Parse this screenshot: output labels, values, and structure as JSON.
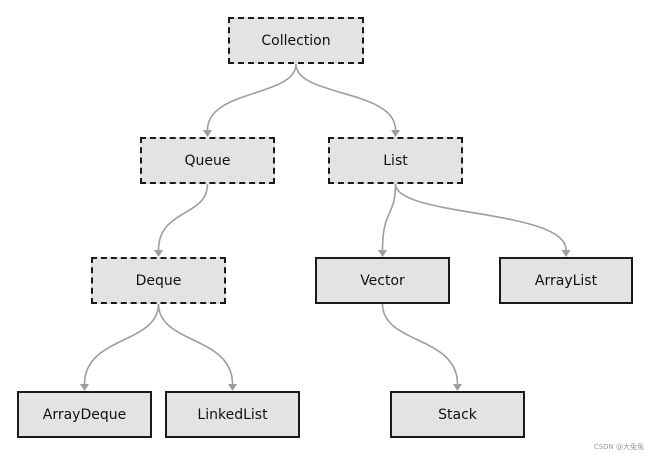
{
  "diagram": {
    "nodes": {
      "collection": {
        "label": "Collection",
        "kind": "interface"
      },
      "queue": {
        "label": "Queue",
        "kind": "interface"
      },
      "list": {
        "label": "List",
        "kind": "interface"
      },
      "deque": {
        "label": "Deque",
        "kind": "interface"
      },
      "vector": {
        "label": "Vector",
        "kind": "class"
      },
      "arraylist": {
        "label": "ArrayList",
        "kind": "class"
      },
      "arraydeque": {
        "label": "ArrayDeque",
        "kind": "class"
      },
      "linkedlist": {
        "label": "LinkedList",
        "kind": "class"
      },
      "stack": {
        "label": "Stack",
        "kind": "class"
      }
    },
    "edges": [
      {
        "from": "collection",
        "to": "queue"
      },
      {
        "from": "collection",
        "to": "list"
      },
      {
        "from": "queue",
        "to": "deque"
      },
      {
        "from": "list",
        "to": "vector"
      },
      {
        "from": "list",
        "to": "arraylist"
      },
      {
        "from": "deque",
        "to": "arraydeque"
      },
      {
        "from": "deque",
        "to": "linkedlist"
      },
      {
        "from": "vector",
        "to": "stack"
      }
    ],
    "colors": {
      "node_fill": "#e3e3e3",
      "node_border": "#1a1a1a",
      "edge": "#9e9e9e"
    }
  },
  "watermark": "CSDN @大兔兔"
}
